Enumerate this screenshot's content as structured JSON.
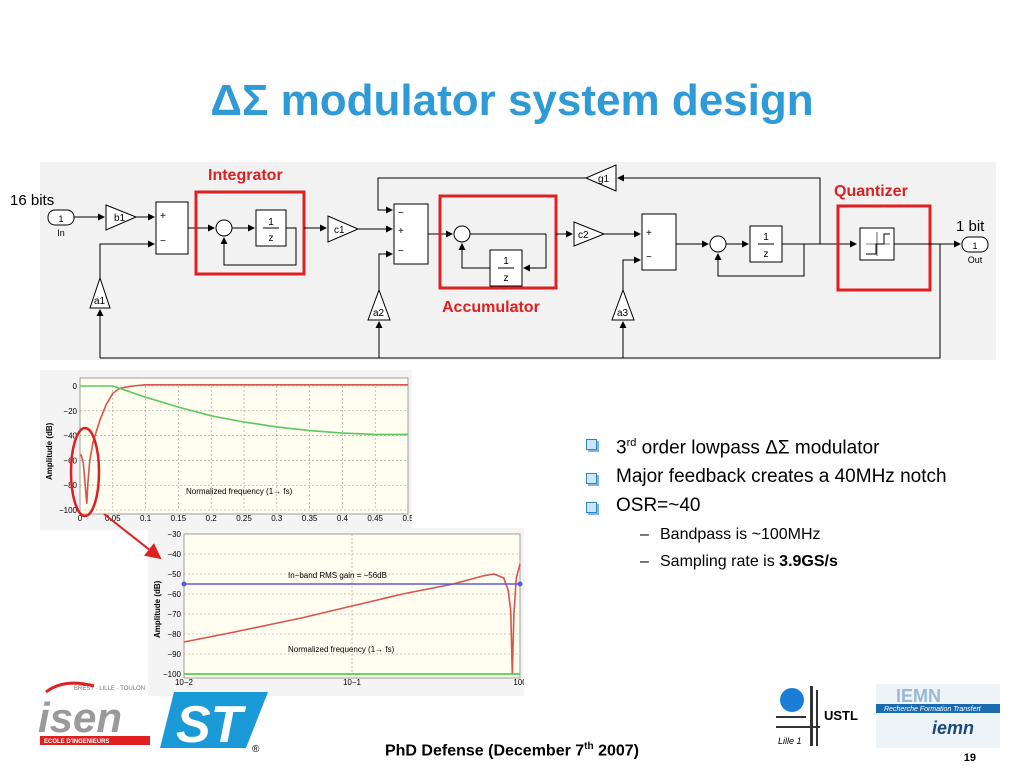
{
  "title": "ΔΣ modulator system design",
  "diagram": {
    "input_label": "16 bits",
    "output_label": "1 bit",
    "in_port_num": "1",
    "in_port_name": "In",
    "out_port_num": "1",
    "out_port_name": "Out",
    "integrator_label": "Integrator",
    "accumulator_label": "Accumulator",
    "quantizer_label": "Quantizer",
    "gain_b1": "b1",
    "gain_c1": "c1",
    "gain_c2": "c2",
    "gain_g1": "g1",
    "gain_a1": "a1",
    "gain_a2": "a2",
    "gain_a3": "a3",
    "delay_num": "1",
    "delay_den": "z",
    "plus": "+",
    "minus": "−"
  },
  "chart_data": [
    {
      "type": "line",
      "ylabel": "Amplitude (dB)",
      "annotation": "Normalized frequency (1→ fs)",
      "x_ticks": [
        "0",
        "0.05",
        "0.1",
        "0.15",
        "0.2",
        "0.25",
        "0.3",
        "0.35",
        "0.4",
        "0.45",
        "0.5"
      ],
      "y_ticks": [
        "0",
        "−20",
        "−40",
        "−60",
        "−80",
        "−100"
      ],
      "xlim": [
        0,
        0.5
      ],
      "ylim": [
        -100,
        0
      ],
      "grid": true,
      "series": [
        {
          "color": "#d9534f",
          "x": [
            0,
            0.002,
            0.005,
            0.008,
            0.0103,
            0.012,
            0.015,
            0.02,
            0.03,
            0.04,
            0.05,
            0.06,
            0.08,
            0.1,
            0.15,
            0.2,
            0.3,
            0.4,
            0.5
          ],
          "y": [
            -55,
            -56,
            -62,
            -80,
            -95,
            -78,
            -60,
            -45,
            -28,
            -15,
            -6,
            -2,
            0,
            1,
            1,
            1,
            1,
            1,
            1
          ]
        },
        {
          "color": "#5cc85c",
          "x": [
            0,
            0.05,
            0.1,
            0.15,
            0.2,
            0.25,
            0.3,
            0.35,
            0.4,
            0.45,
            0.5
          ],
          "y": [
            0,
            0,
            -9,
            -17,
            -24,
            -29,
            -33,
            -36,
            -38,
            -39,
            -39
          ]
        }
      ]
    },
    {
      "type": "line",
      "ylabel": "Amplitude (dB)",
      "annotation": "Normalized frequency (1→ fs)",
      "note": "In−band RMS gain = −56dB",
      "x_ticks": [
        "10−2",
        "10−1",
        "100"
      ],
      "y_ticks": [
        "−30",
        "−40",
        "−50",
        "−60",
        "−70",
        "−80",
        "−90",
        "−100"
      ],
      "xscale": "log",
      "xlim": [
        0.01,
        1
      ],
      "ylim": [
        -100,
        -30
      ],
      "grid": true,
      "series": [
        {
          "color": "#d9534f",
          "x": [
            0.01,
            0.02,
            0.05,
            0.1,
            0.2,
            0.4,
            0.6,
            0.7,
            0.8,
            0.85,
            0.88,
            0.9,
            0.92,
            0.95,
            1.0
          ],
          "y": [
            -84,
            -79,
            -72,
            -66,
            -60,
            -55,
            -51,
            -50,
            -52,
            -58,
            -68,
            -100,
            -70,
            -52,
            -45
          ]
        },
        {
          "color": "#5a5ae6",
          "x": [
            0.01,
            1.0
          ],
          "y": [
            -55,
            -55
          ]
        },
        {
          "color": "#37c837",
          "x": [
            0.01,
            1.0
          ],
          "y": [
            -100,
            -100
          ]
        }
      ]
    }
  ],
  "bullets": {
    "b1_pre": "3",
    "b1_sup": "rd",
    "b1_post": " order lowpass ΔΣ modulator",
    "b2": "Major feedback creates a 40MHz notch",
    "b3": "OSR=~40",
    "sub1": "Bandpass is ~100MHz",
    "sub2_pre": "Sampling rate is ",
    "sub2_bold": "3.9GS/s",
    "dash": "–"
  },
  "footer": {
    "pre": "PhD Defense (December 7",
    "sup": "th",
    "post": " 2007)"
  },
  "page_number": "19",
  "logos": {
    "isen_text": "isen",
    "isen_sub": "ECOLE D'INGENIEURS",
    "isen_cities": "BREST · LILLE · TOULON",
    "st_text": "ST",
    "st_reg": "®",
    "ustl_text": "USTL",
    "lille_text": "Lille 1",
    "iemn_text": "IEMN",
    "iemn_sub": "Recherche Formation Transfert",
    "iemn_script": "iemn"
  },
  "colors": {
    "title": "#2e9ad6",
    "highlight_box": "#e02020",
    "bullet_box": "#2e86c8",
    "diagram_bg": "#f2f2f2"
  }
}
